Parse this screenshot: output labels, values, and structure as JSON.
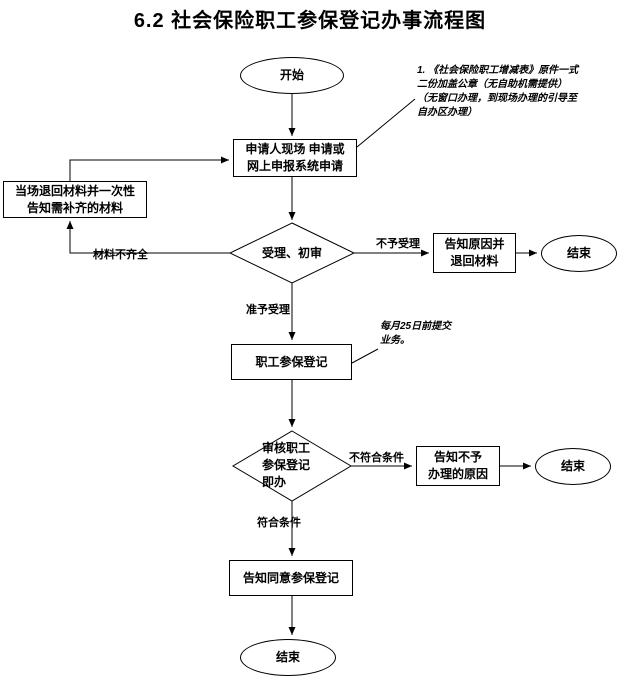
{
  "title": "6.2 社会保险职工参保登记办事流程图",
  "nodes": {
    "start": {
      "label": "开始"
    },
    "apply": {
      "label": "申请人现场 申请或\n网上申报系统申请"
    },
    "return_materials": {
      "label": "当场退回材料并一次性\n告知需补齐的材料"
    },
    "review": {
      "label": "受理、初审"
    },
    "inform_reason_return": {
      "label": "告知原因并\n退回材料"
    },
    "end_top": {
      "label": "结束"
    },
    "register": {
      "label": "职工参保登记"
    },
    "audit": {
      "label": "审核职工\n参保登记\n即办"
    },
    "inform_refusal": {
      "label": "告知不予\n办理的原因"
    },
    "end_middle": {
      "label": "结束"
    },
    "inform_agree": {
      "label": "告知同意参保登记"
    },
    "end_bottom": {
      "label": "结束"
    }
  },
  "edge_labels": {
    "not_accepted": "不予受理",
    "materials_incomplete": "材料不齐全",
    "accepted": "准予受理",
    "not_qualified": "不符合条件",
    "qualified": "符合条件"
  },
  "notes": {
    "note_documents": "1. 《社会保险职工增减表》原件一式\n二份加盖公章（无自助机需提供）\n（无窗口办理，到现场办理的引导至\n自办区办理）",
    "note_deadline": "每月25日前提交\n业务。"
  }
}
